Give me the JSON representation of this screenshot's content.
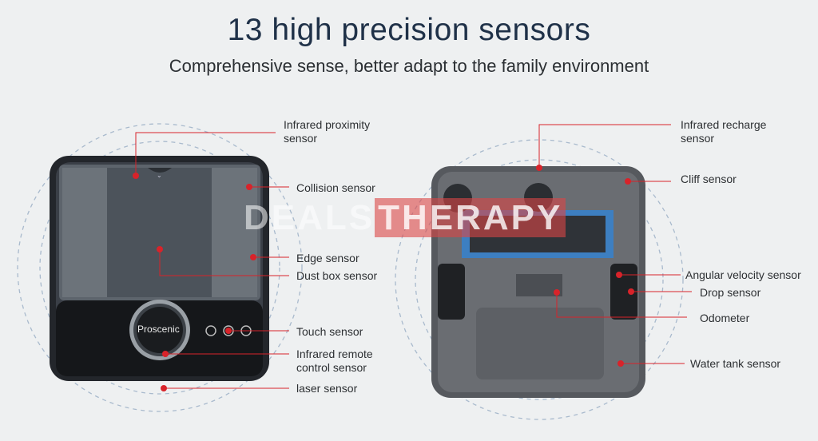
{
  "header": {
    "title": "13 high precision sensors",
    "subtitle": "Comprehensive sense, better adapt to the family environment"
  },
  "brand": "Proscenic",
  "watermark": {
    "part1": "DEALS",
    "part2": "THERAPY"
  },
  "left_labels": {
    "infrared_proximity": "Infrared proximity\nsensor",
    "collision": "Collision sensor",
    "edge": "Edge sensor",
    "dust_box": "Dust box sensor",
    "touch": "Touch sensor",
    "infrared_remote": "Infrared remote\ncontrol sensor",
    "laser": "laser sensor"
  },
  "right_labels": {
    "infrared_recharge": "Infrared recharge\nsensor",
    "cliff": "Cliff sensor",
    "angular_velocity": "Angular velocity sensor",
    "drop": "Drop sensor",
    "odometer": "Odometer",
    "water_tank": "Water tank sensor"
  },
  "colors": {
    "accent": "#d8232a",
    "leader": "#d8232a",
    "title": "#1f3148",
    "dashed": "#9fb2c8"
  }
}
